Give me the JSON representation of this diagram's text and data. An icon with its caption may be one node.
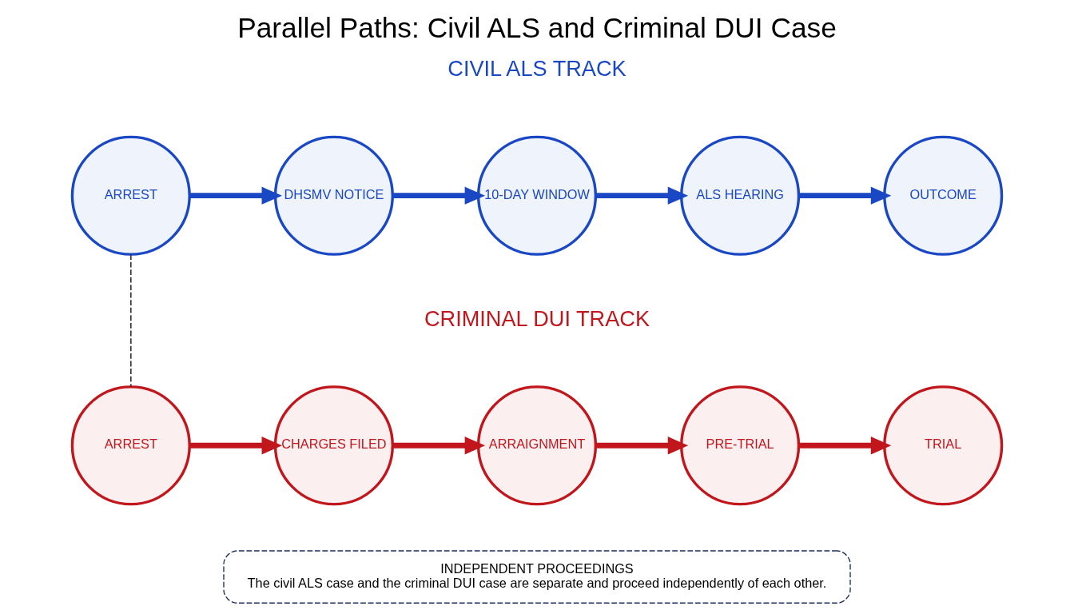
{
  "diagram": {
    "title": "Parallel Paths: Civil ALS and Criminal DUI Case",
    "nodes": [
      {
        "text": [
          "ARREST"
        ]
      },
      {
        "text": [
          "DHSMV NOTICE"
        ]
      },
      {
        "text": [
          "10-DAY WINDOW"
        ]
      },
      {
        "text": [
          "ALS HEARING"
        ]
      },
      {
        "text": [
          "OUTCOME"
        ]
      },
      {
        "text": [
          "ARREST"
        ]
      },
      {
        "text": [
          "CHARGES FILED"
        ]
      },
      {
        "text": [
          "ARRAIGNMENT"
        ]
      },
      {
        "text": [
          "PRE-TRIAL"
        ]
      },
      {
        "text": [
          "TRIAL"
        ]
      },
      {
        "text": [
          "INDEPENDENT PROCEEDINGS",
          "The civil ALS case and the criminal DUI case are separate and proceed independently of each other."
        ]
      }
    ],
    "edges": [
      {
        "from": 0,
        "to": 1,
        "arrow": "to",
        "color": "#1a47c4"
      },
      {
        "from": 1,
        "to": 2,
        "arrow": "to",
        "color": "#1a47c4"
      },
      {
        "from": 2,
        "to": 3,
        "arrow": "to",
        "color": "#1a47c4"
      },
      {
        "from": 3,
        "to": 4,
        "arrow": "to",
        "color": "#1a47c4"
      },
      {
        "from": 5,
        "to": 6,
        "arrow": "to",
        "color": "#c0161c"
      },
      {
        "from": 6,
        "to": 7,
        "arrow": "to",
        "color": "#c0161c"
      },
      {
        "from": 7,
        "to": 8,
        "arrow": "to",
        "color": "#c0161c"
      },
      {
        "from": 8,
        "to": 9,
        "arrow": "to",
        "color": "#c0161c"
      },
      {
        "from": 0,
        "to": 5,
        "arrow": "none",
        "style": "dashed",
        "color": "#333333"
      }
    ],
    "labels": [
      "CIVIL ALS TRACK",
      "CRIMINAL DUI TRACK"
    ]
  }
}
